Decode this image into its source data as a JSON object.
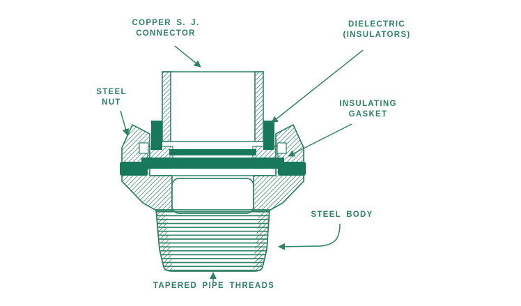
{
  "diagram": {
    "colors": {
      "background": "#ffffff",
      "ink": "#2e8165",
      "insulator_fill": "#17795a"
    },
    "labels": {
      "copper_connector": "COPPER S. J.\nCONNECTOR",
      "dielectric": "DIELECTRIC\n(INSULATORS)",
      "steel_nut": "STEEL\nNUT",
      "insulating_gasket": "INSULATING\nGASKET",
      "steel_body": "STEEL BODY",
      "tapered_pipe_threads": "TAPERED PIPE THREADS"
    }
  }
}
